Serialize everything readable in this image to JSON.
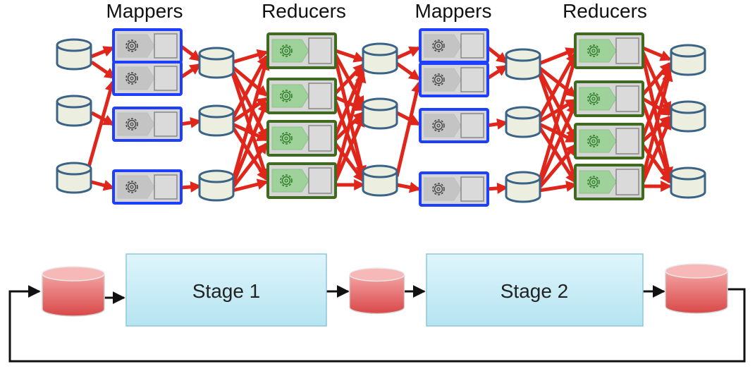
{
  "top": {
    "columns": [
      {
        "title": "Mappers"
      },
      {
        "title": "Reducers"
      },
      {
        "title": "Mappers"
      },
      {
        "title": "Reducers"
      }
    ]
  },
  "bottom": {
    "stages": [
      {
        "label": "Stage 1"
      },
      {
        "label": "Stage 2"
      }
    ]
  },
  "colors": {
    "mapper_border": "#1f3fff",
    "reducer_border": "#3f6a1f",
    "flow_arrow": "#e0261a",
    "db_fill": "#eceee0",
    "db_stroke": "#3a6386",
    "stage_fill": "#c6ecf6",
    "red_db": "#e05a5a"
  }
}
